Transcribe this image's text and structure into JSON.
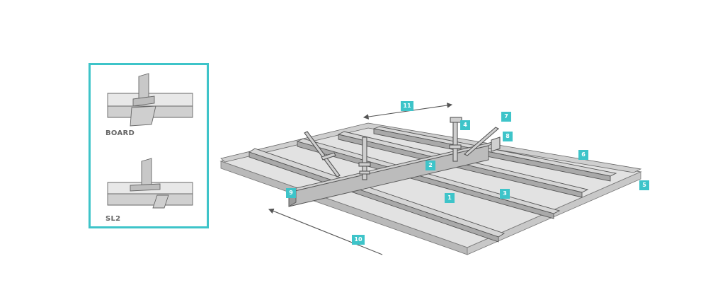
{
  "accent_color": "#3ec4c9",
  "inset": {
    "labels": [
      "BOARD",
      "SL2"
    ]
  },
  "callouts": [
    "1",
    "2",
    "3",
    "4",
    "5",
    "6",
    "7",
    "8",
    "9",
    "10",
    "11"
  ]
}
